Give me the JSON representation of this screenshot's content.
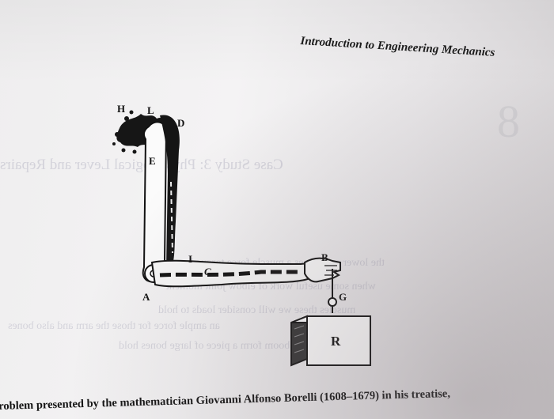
{
  "header": {
    "running_title": "Introduction to Engineering Mechanics"
  },
  "figure": {
    "labels": {
      "H": "H",
      "L": "L",
      "D": "D",
      "E": "E",
      "I": "I",
      "C": "C",
      "B": "B",
      "G": "G",
      "A": "A",
      "R": "R"
    }
  },
  "caption": {
    "text": "roblem presented by the mathematician Giovanni Alfonso Borelli (1608–1679) in his treatise,"
  }
}
